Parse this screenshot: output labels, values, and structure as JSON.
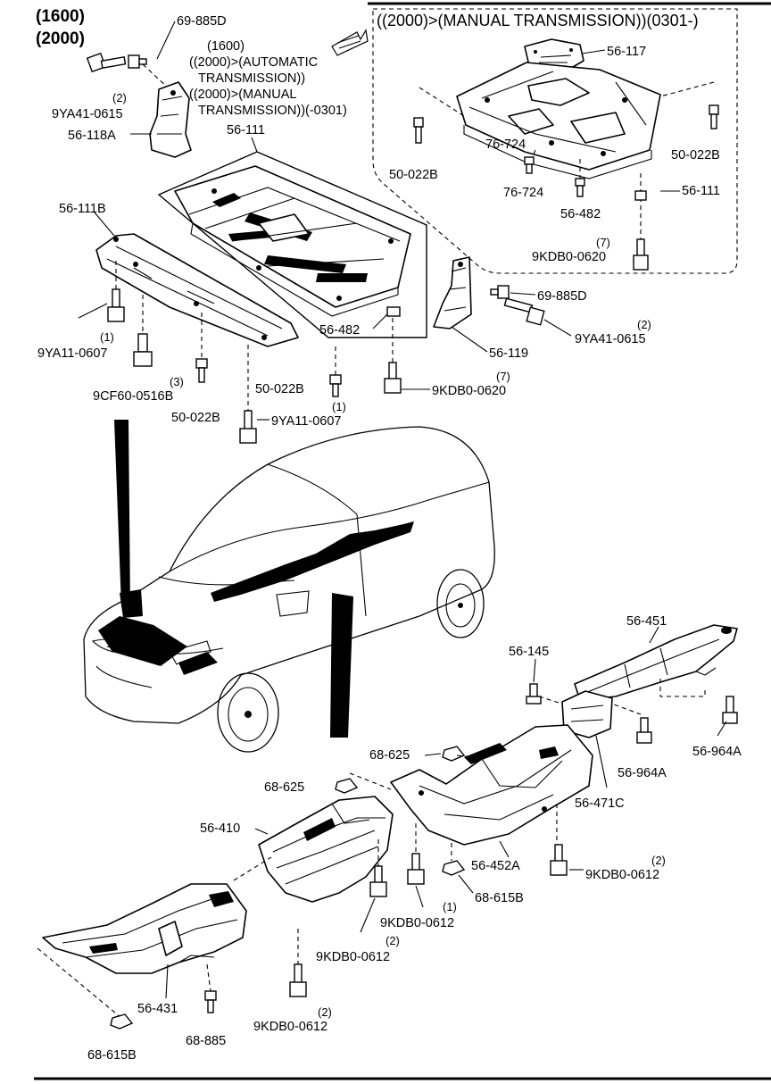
{
  "header": {
    "engine_1": "(1600)",
    "engine_2": "(2000)",
    "manual_box_title": "((2000)>(MANUAL TRANSMISSION))(0301-)",
    "variant_note": {
      "line1": "(1600)",
      "line2": "((2000)>(AUTOMATIC",
      "line3": "TRANSMISSION))",
      "line4": "((2000)>(MANUAL",
      "line5": "TRANSMISSION))(-0301)"
    }
  },
  "callouts": {
    "p69885d_a": "69-885D",
    "p9ya410615_a": "9YA41-0615",
    "q9ya410615_a": "(2)",
    "p56118a": "56-118A",
    "p56111_a": "56-111",
    "p56111b": "56-111B",
    "p9ya110607_a": "9YA11-0607",
    "q9ya110607_a": "(1)",
    "p9cf600516b": "9CF60-0516B",
    "q9cf600516b": "(3)",
    "p50022b_a": "50-022B",
    "p9ya110607_b": "9YA11-0607",
    "q9ya110607_b": "(1)",
    "p50022b_b": "50-022B",
    "p56482_a": "56-482",
    "p9kdb00620_a": "9KDB0-0620",
    "q9kdb00620_a": "(7)",
    "p56119": "56-119",
    "p69885d_b": "69-885D",
    "p9ya410615_b": "9YA41-0615",
    "q9ya410615_b": "(2)",
    "p56117": "56-117",
    "p50022b_c": "50-022B",
    "p50022b_d": "50-022B",
    "p76724_a": "76-724",
    "p76724_b": "76-724",
    "p56111_b": "56-111",
    "p56482_b": "56-482",
    "p9kdb00620_b": "9KDB0-0620",
    "q9kdb00620_b": "(7)",
    "p56451": "56-451",
    "p56145": "56-145",
    "p56964a_a": "56-964A",
    "p56964a_b": "56-964A",
    "p68625_a": "68-625",
    "p68625_b": "68-625",
    "p56471c": "56-471C",
    "p56410": "56-410",
    "p56452a": "56-452A",
    "p9kdb00612_a": "9KDB0-0612",
    "q9kdb00612_a": "(2)",
    "p68615b_a": "68-615B",
    "p9kdb00612_b": "9KDB0-0612",
    "q9kdb00612_b": "(1)",
    "p9kdb00612_c": "9KDB0-0612",
    "q9kdb00612_c": "(2)",
    "p56431": "56-431",
    "p9kdb00612_d": "9KDB0-0612",
    "q9kdb00612_d": "(2)",
    "p68885": "68-885",
    "p68615b_b": "68-615B"
  }
}
